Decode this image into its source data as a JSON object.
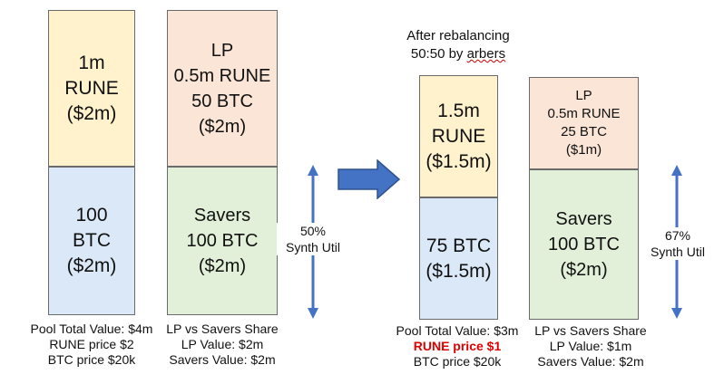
{
  "before": {
    "pool_rune": {
      "lines": [
        "1m",
        "RUNE",
        "($2m)"
      ]
    },
    "pool_btc": {
      "lines": [
        "100",
        "BTC",
        "($2m)"
      ]
    },
    "lp": {
      "lines": [
        "LP",
        "0.5m RUNE",
        "50 BTC",
        "($2m)"
      ]
    },
    "savers": {
      "lines": [
        "Savers",
        "100 BTC",
        "($2m)"
      ]
    },
    "synth_util": [
      "50%",
      "Synth Util"
    ],
    "pool_caption": [
      "Pool Total Value: $4m",
      "RUNE price $2",
      "BTC price $20k"
    ],
    "share_caption": [
      "LP vs Savers Share",
      "LP Value: $2m",
      "Savers Value: $2m"
    ]
  },
  "arrow_icon": "right-arrow-icon",
  "after": {
    "heading": [
      "After rebalancing",
      "50:50 by",
      "arbers"
    ],
    "pool_rune": {
      "lines": [
        "1.5m",
        "RUNE",
        "($1.5m)"
      ]
    },
    "pool_btc": {
      "lines": [
        "75 BTC",
        "($1.5m)"
      ]
    },
    "lp": {
      "lines": [
        "LP",
        "0.5m RUNE",
        "25 BTC",
        "($1m)"
      ]
    },
    "savers": {
      "lines": [
        "Savers",
        "100 BTC",
        "($2m)"
      ]
    },
    "synth_util": [
      "67%",
      "Synth Util"
    ],
    "pool_caption": [
      "Pool Total Value: $3m",
      "RUNE price $1",
      "BTC price $20k"
    ],
    "share_caption": [
      "LP vs Savers Share",
      "LP Value: $1m",
      "Savers Value: $2m"
    ]
  },
  "colors": {
    "rune_fill": "#fff2cc",
    "btc_fill": "#dae8f7",
    "lp_fill": "#fbe5d6",
    "savers_fill": "#e2f0d9",
    "arrow_fill": "#4472c4",
    "highlight_text": "#e00000"
  }
}
